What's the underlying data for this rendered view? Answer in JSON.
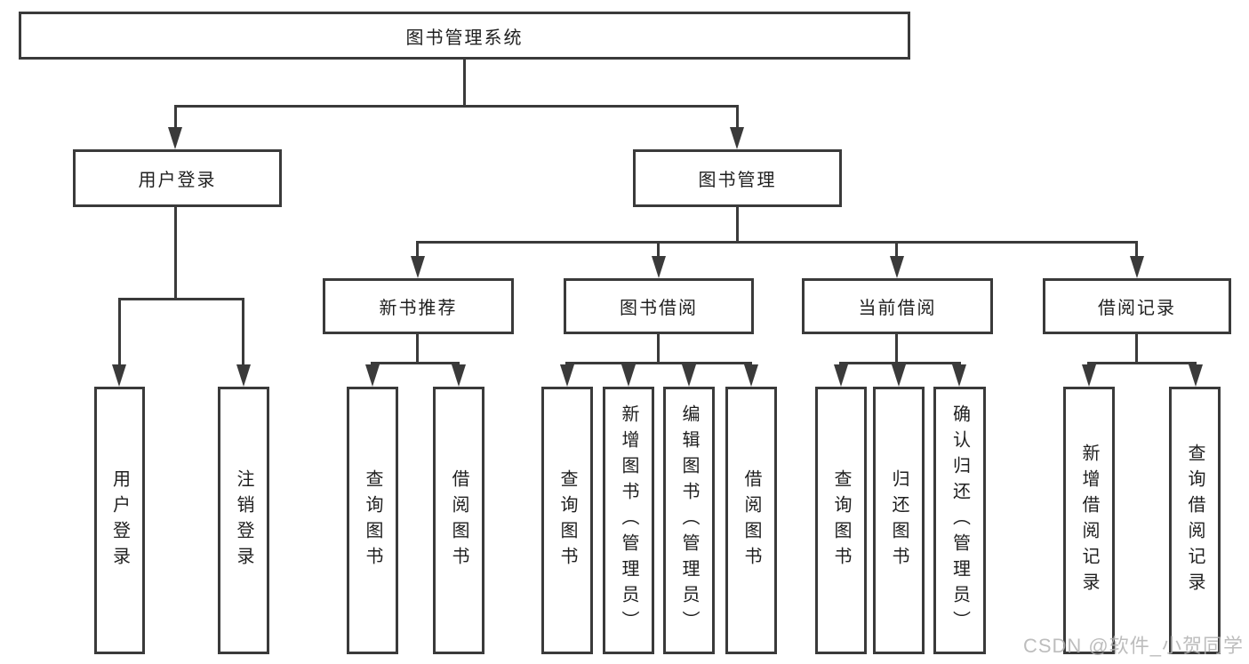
{
  "diagram": {
    "watermark": "CSDN @软件_小贺同学",
    "line_color": "#3a3a3a",
    "text_color": "#1f1f1f",
    "background": "#ffffff",
    "tree": {
      "label": "图书管理系统",
      "children": [
        {
          "label": "用户登录",
          "children": [
            {
              "label": "用户登录"
            },
            {
              "label": "注销登录"
            }
          ]
        },
        {
          "label": "图书管理",
          "children": [
            {
              "label": "新书推荐",
              "children": [
                {
                  "label": "查询图书"
                },
                {
                  "label": "借阅图书"
                }
              ]
            },
            {
              "label": "图书借阅",
              "children": [
                {
                  "label": "查询图书"
                },
                {
                  "label": "新增图书（管理员）"
                },
                {
                  "label": "编辑图书（管理员）"
                },
                {
                  "label": "借阅图书"
                }
              ]
            },
            {
              "label": "当前借阅",
              "children": [
                {
                  "label": "查询图书"
                },
                {
                  "label": "归还图书"
                },
                {
                  "label": "确认归还（管理员）"
                }
              ]
            },
            {
              "label": "借阅记录",
              "children": [
                {
                  "label": "新增借阅记录"
                },
                {
                  "label": "查询借阅记录"
                }
              ]
            }
          ]
        }
      ]
    }
  }
}
